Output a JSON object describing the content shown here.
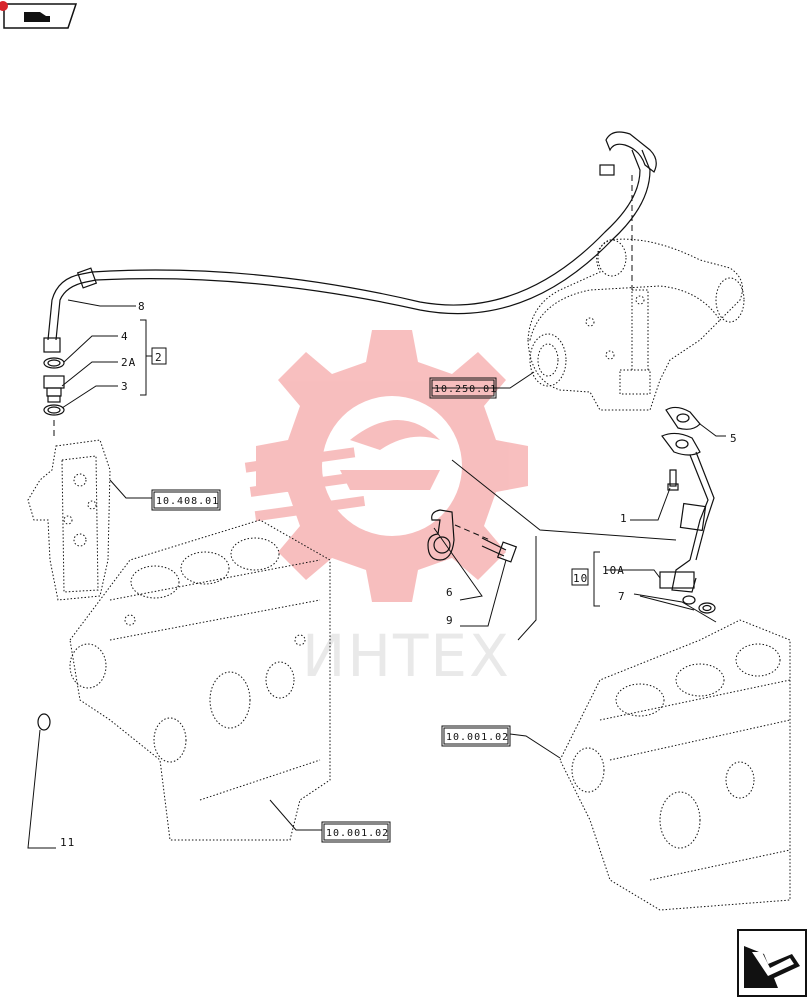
{
  "watermark": {
    "text": "ИНТЕХ",
    "color": "#f2a0a0"
  },
  "nav": {
    "top_icon": "book-arrow-icon",
    "bottom_icon": "next-page-arrow-icon"
  },
  "callouts": {
    "c8": "8",
    "c4": "4",
    "c2a": "2A",
    "c3": "3",
    "c2box": "2",
    "c5": "5",
    "c1": "1",
    "c10box": "10",
    "c10a": "10A",
    "c7": "7",
    "c6": "6",
    "c9": "9",
    "c11": "11"
  },
  "refs": {
    "turbo": "10.250.01",
    "filter": "10.408.01",
    "block_right": "10.001.02",
    "block_left": "10.001.02"
  }
}
